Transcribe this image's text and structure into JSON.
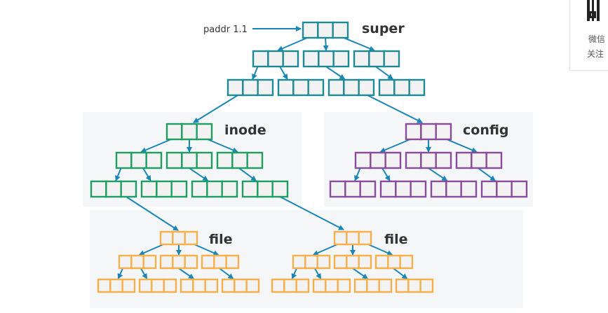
{
  "title_labels": {
    "super": "super",
    "inode": "inode",
    "config": "config",
    "file_left": "file",
    "file_right": "file"
  },
  "pointer_label": "paddr 1.1",
  "colors": {
    "super": "#1f8a96",
    "inode": "#1f9e63",
    "config": "#8a4c9a",
    "file": "#f5b04a",
    "arrow": "#1a86b8",
    "cell_fill": "#f2f2f2",
    "panel": "#f5f6f7"
  },
  "watermark": {
    "line1": "微信",
    "line2": "关注"
  }
}
